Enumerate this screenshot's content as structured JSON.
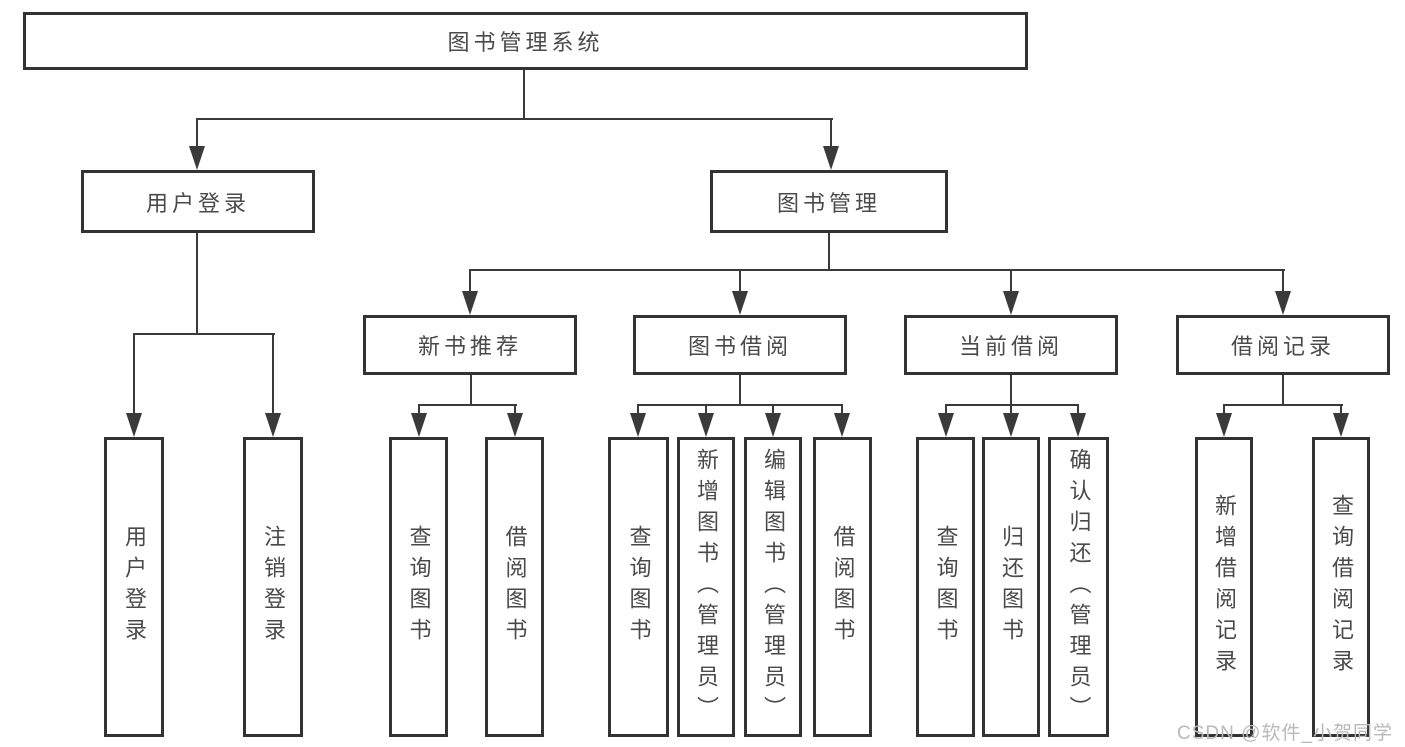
{
  "diagram": {
    "root": {
      "label": "图书管理系统"
    },
    "level2": {
      "user_login": {
        "label": "用户登录"
      },
      "book_mgmt": {
        "label": "图书管理"
      }
    },
    "level3": {
      "new_books": {
        "label": "新书推荐"
      },
      "book_borrow": {
        "label": "图书借阅"
      },
      "current_borrow": {
        "label": "当前借阅"
      },
      "borrow_records": {
        "label": "借阅记录"
      }
    },
    "leaves": {
      "user_login": [
        "用户登录",
        "注销登录"
      ],
      "new_books": [
        "查询图书",
        "借阅图书"
      ],
      "book_borrow": [
        "查询图书",
        "新增图书（管理员）",
        "编辑图书（管理员）",
        "借阅图书"
      ],
      "current_borrow": [
        "查询图书",
        "归还图书",
        "确认归还（管理员）"
      ],
      "borrow_records": [
        "新增借阅记录",
        "查询借阅记录"
      ]
    }
  },
  "watermark": {
    "text": "CSDN @软件_小贺同学"
  },
  "colors": {
    "line": "#3a3a3a",
    "box_border": "#333333",
    "text": "#4a4a4a",
    "background": "#ffffff",
    "watermark": "#b9b9b9"
  }
}
